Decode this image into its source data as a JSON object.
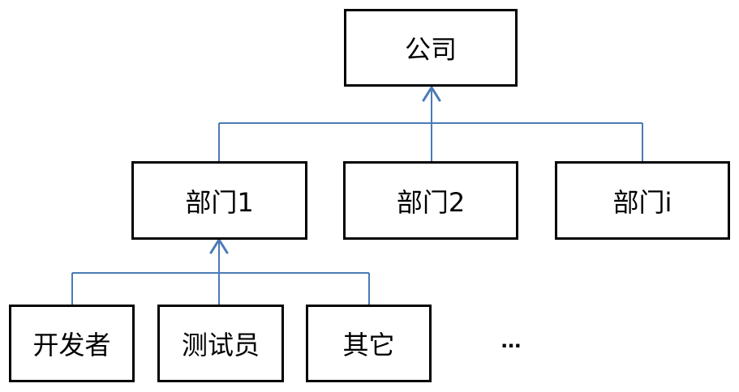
{
  "diagram": {
    "root": {
      "label": "公司"
    },
    "departments": [
      {
        "label": "部门1"
      },
      {
        "label": "部门2"
      },
      {
        "label": "部门i"
      }
    ],
    "members": [
      {
        "label": "开发者"
      },
      {
        "label": "测试员"
      },
      {
        "label": "其它"
      }
    ],
    "ellipsis": "..."
  },
  "colors": {
    "connector": "#4a7ab8",
    "box_border": "#000000"
  }
}
